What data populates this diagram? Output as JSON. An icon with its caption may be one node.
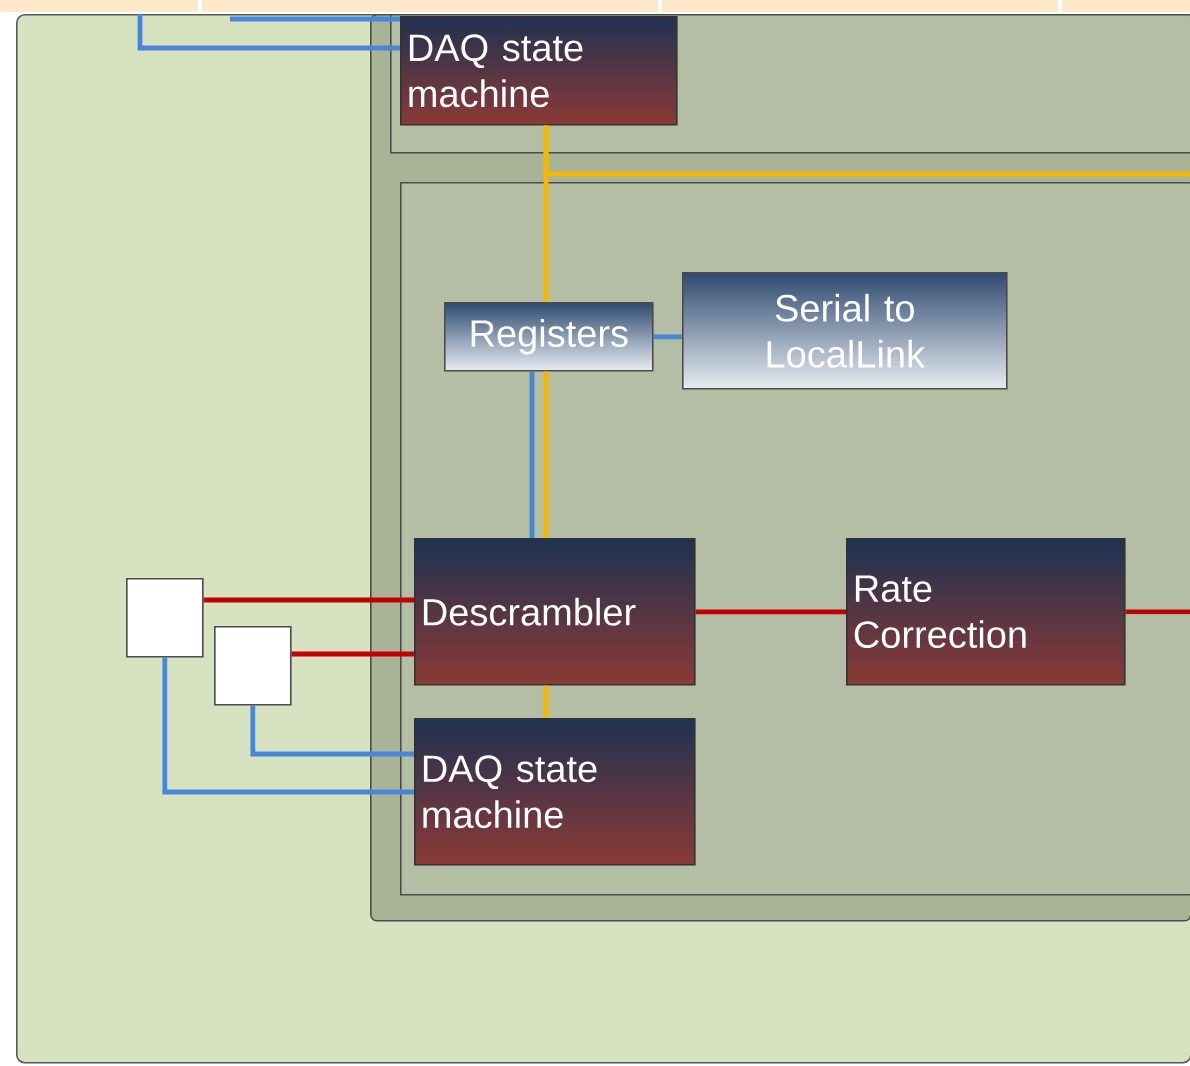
{
  "diagram": {
    "nodes": [
      {
        "text": [],
        "shape": "box"
      },
      {
        "text": [],
        "shape": "box",
        "in": 0
      },
      {
        "text": [],
        "shape": "box",
        "in": 1
      },
      {
        "text": [],
        "shape": "box",
        "in": 1
      },
      {
        "text": [
          "DAQ state machine"
        ],
        "in": 2
      },
      {
        "text": [
          "Registers"
        ],
        "in": 3
      },
      {
        "text": [
          "Serial to LocalLink"
        ],
        "in": 3
      },
      {
        "text": [
          "Descrambler"
        ],
        "in": 3
      },
      {
        "text": [
          "Rate Correction"
        ],
        "in": 3
      },
      {
        "text": [
          "DAQ state machine"
        ],
        "in": 3
      },
      {
        "text": [],
        "shape": "box",
        "in": 0
      },
      {
        "text": [],
        "shape": "box",
        "in": 0
      }
    ],
    "edges": [
      {
        "from": null,
        "to": 4,
        "arrow": "none",
        "color": "#4a86d8"
      },
      {
        "from": null,
        "to": 4,
        "arrow": "none",
        "color": "#4a86d8"
      },
      {
        "from": 4,
        "to": 5,
        "arrow": "none",
        "color": "#f5b800"
      },
      {
        "from": 4,
        "to": null,
        "arrow": "none",
        "color": "#f5b800"
      },
      {
        "from": 5,
        "to": 7,
        "arrow": "none",
        "color": "#f5b800"
      },
      {
        "from": 7,
        "to": 9,
        "arrow": "none",
        "color": "#f5b800"
      },
      {
        "from": 5,
        "to": 6,
        "arrow": "none",
        "color": "#4a86d8"
      },
      {
        "from": 5,
        "to": 7,
        "arrow": "none",
        "color": "#4a86d8"
      },
      {
        "from": 10,
        "to": 7,
        "arrow": "none",
        "color": "#c00000"
      },
      {
        "from": 11,
        "to": 7,
        "arrow": "none",
        "color": "#c00000"
      },
      {
        "from": 7,
        "to": 8,
        "arrow": "none",
        "color": "#c00000"
      },
      {
        "from": 8,
        "to": null,
        "arrow": "none",
        "color": "#c00000"
      },
      {
        "from": 11,
        "to": 9,
        "arrow": "none",
        "color": "#4a86d8"
      },
      {
        "from": 10,
        "to": 9,
        "arrow": "none",
        "color": "#4a86d8"
      }
    ]
  }
}
